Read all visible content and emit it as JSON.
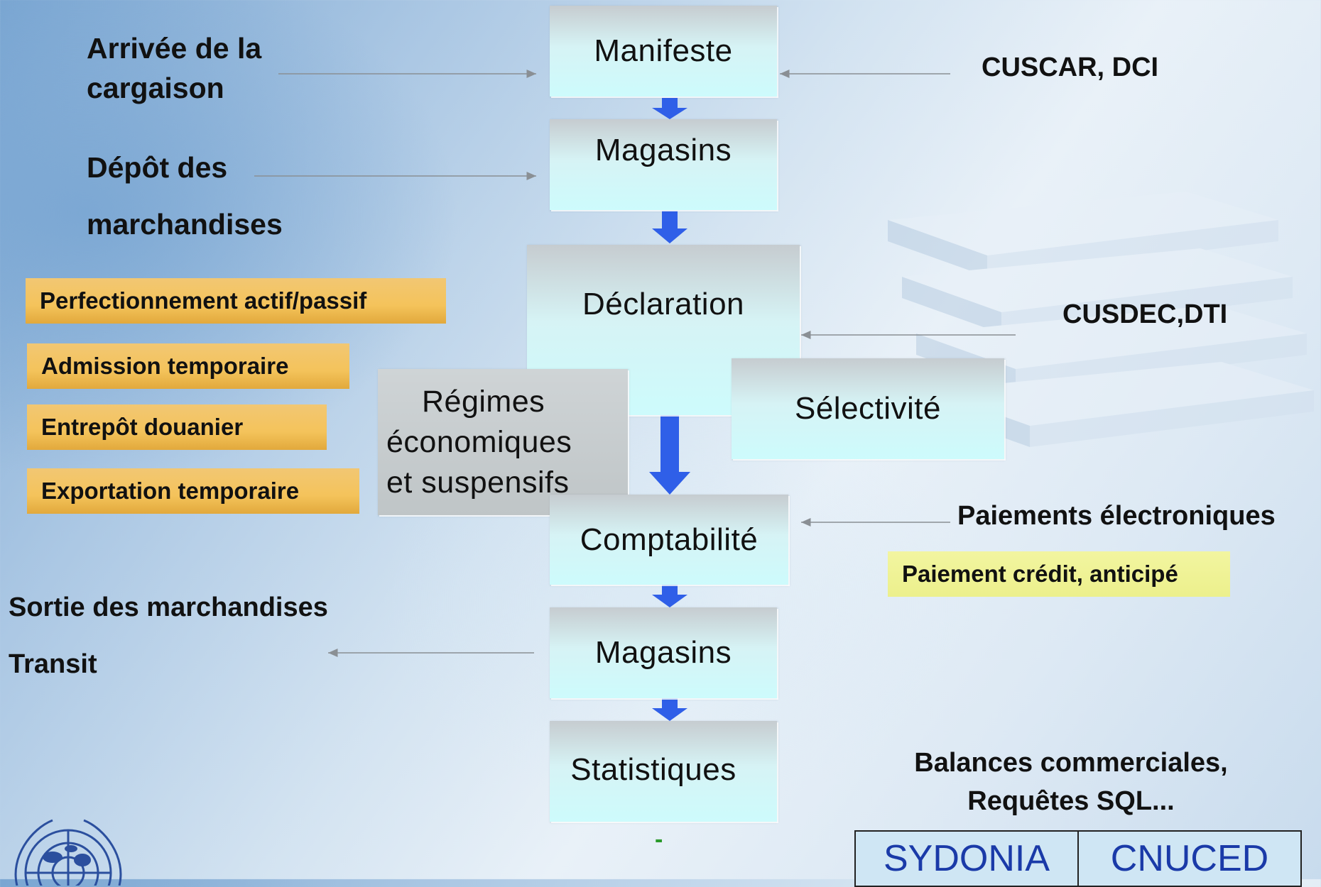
{
  "flow": {
    "manifeste": "Manifeste",
    "magasins1": "Magasins",
    "declaration": "Déclaration",
    "regimes": [
      "Régimes",
      "économiques",
      "et suspensifs"
    ],
    "selectivite": "Sélectivité",
    "comptabilite": "Comptabilité",
    "magasins2": "Magasins",
    "statistiques": "Statistiques"
  },
  "left_labels": {
    "arrivee": [
      "Arrivée de la",
      "cargaison"
    ],
    "depot": [
      "Dépôt des",
      "marchandises"
    ],
    "sortie": "Sortie des marchandises",
    "transit": "Transit"
  },
  "regime_tags": [
    "Perfectionnement actif/passif",
    "Admission temporaire",
    "Entrepôt douanier",
    "Exportation temporaire"
  ],
  "right_labels": {
    "cuscar": "CUSCAR, DCI",
    "cusdec": "CUSDEC,DTI",
    "paiements": "Paiements électroniques",
    "paiement_credit": "Paiement crédit, anticipé",
    "balances": [
      "Balances commerciales,",
      "Requêtes SQL..."
    ]
  },
  "footer": {
    "dash": "-",
    "sydonia": "SYDONIA",
    "cnuced": "CNUCED"
  },
  "colors": {
    "flow_arrow": "#2f5fe8",
    "tag_orange": "#f4c35b",
    "tag_yellow": "#ecf08c",
    "connector": "#8a8f94"
  }
}
